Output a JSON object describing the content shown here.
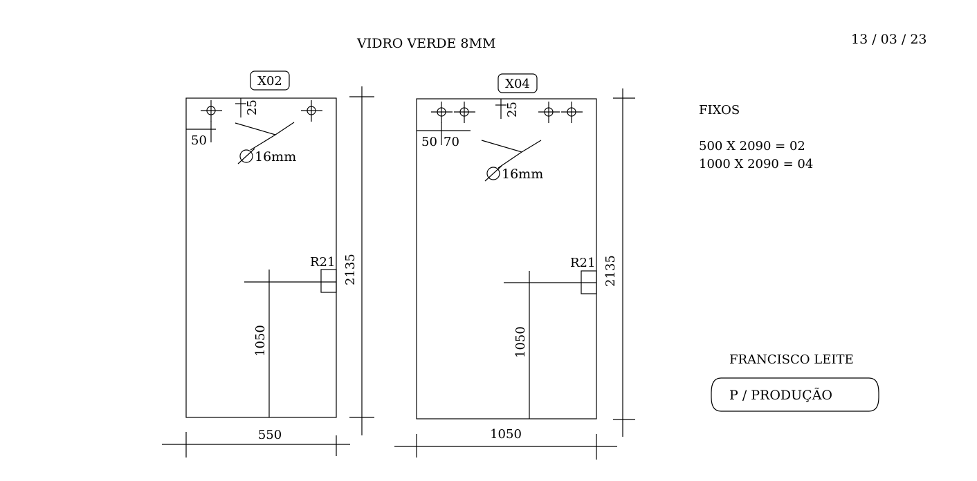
{
  "header": {
    "title": "VIDRO VERDE 8MM",
    "date": "13 / 03 / 23"
  },
  "panels": [
    {
      "tag": "X02",
      "width_label": "550",
      "height_label": "2135",
      "handle_height_label": "1050",
      "notch_label": "R21",
      "hole_top_label": "25",
      "hole_edge_labels": [
        "50"
      ],
      "hole_diameter_label": "16mm"
    },
    {
      "tag": "X04",
      "width_label": "1050",
      "height_label": "2135",
      "handle_height_label": "1050",
      "notch_label": "R21",
      "hole_top_label": "25",
      "hole_edge_labels": [
        "50",
        "70"
      ],
      "hole_diameter_label": "16mm"
    }
  ],
  "notes": {
    "heading": "FIXOS",
    "lines": [
      "500 X 2090 = 02",
      "1000 X 2090 = 04"
    ]
  },
  "footer": {
    "name": "FRANCISCO LEITE",
    "badge": "P / PRODUÇÃO"
  }
}
